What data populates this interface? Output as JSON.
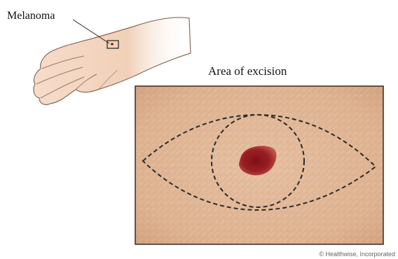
{
  "labels": {
    "melanoma": "Melanoma",
    "area_of_excision": "Area of excision",
    "credit": "© Healthwise, Incorporated"
  },
  "colors": {
    "skin": "#e3b898",
    "skin_dark": "#c48d68",
    "lesion": "#9b1e24",
    "outline": "#2b2b2b"
  }
}
